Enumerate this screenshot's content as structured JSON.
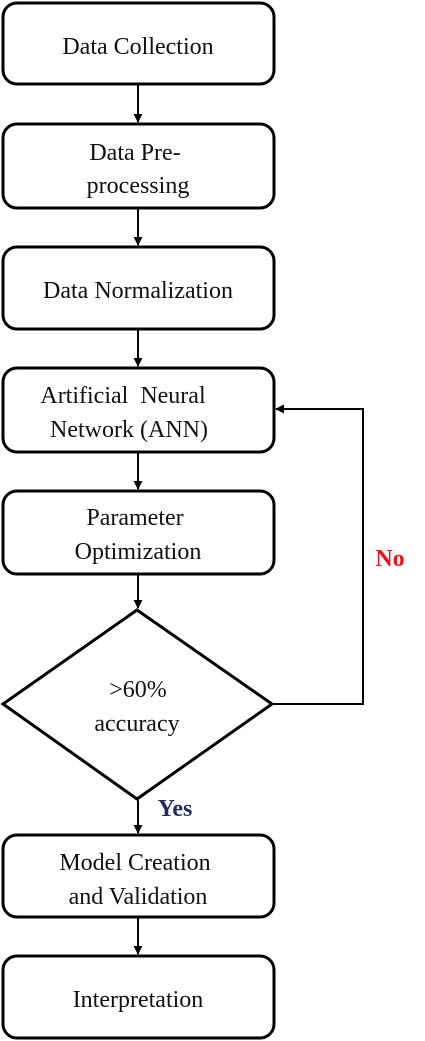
{
  "diagram": {
    "nodes": {
      "collection": {
        "lines": [
          "Data Collection"
        ]
      },
      "preprocessing": {
        "lines": [
          "Data Pre-",
          "processing"
        ]
      },
      "normalization": {
        "lines": [
          "Data Normalization"
        ]
      },
      "ann": {
        "lines": [
          "Artificial  Neural",
          "Network (ANN)"
        ]
      },
      "optimization": {
        "lines": [
          "Parameter",
          "Optimization"
        ]
      },
      "decision": {
        "lines": [
          ">60%",
          "accuracy"
        ]
      },
      "model": {
        "lines": [
          "Model Creation",
          "and Validation"
        ]
      },
      "interpretation": {
        "lines": [
          "Interpretation"
        ]
      }
    },
    "edges": {
      "no_label": "No",
      "yes_label": "Yes"
    },
    "colors": {
      "stroke": "#000000",
      "no": "#e8141b",
      "yes": "#1f2f5c"
    }
  }
}
